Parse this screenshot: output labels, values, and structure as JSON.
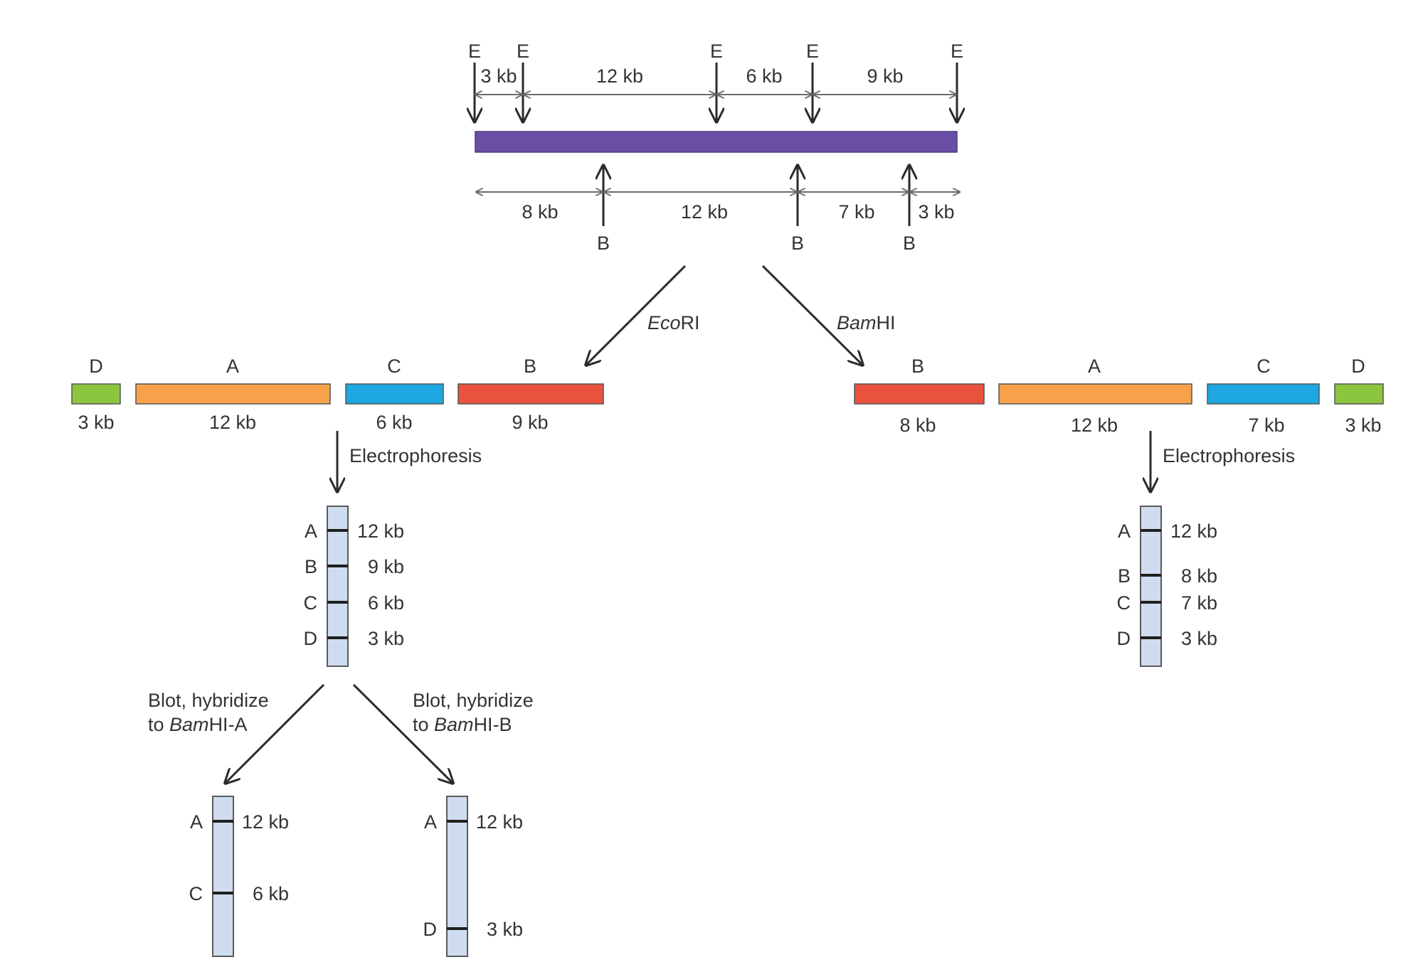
{
  "map": {
    "ecori_site_letter": "E",
    "bamhi_site_letter": "B",
    "ecori_intervals": [
      "3 kb",
      "12 kb",
      "6 kb",
      "9 kb"
    ],
    "bamhi_intervals": [
      "8 kb",
      "12 kb",
      "7 kb",
      "3 kb"
    ],
    "bar_color": "#6a4ea6"
  },
  "digests": {
    "ecori": {
      "enzyme_prefix": "Eco",
      "enzyme_suffix": "RI",
      "fragments": [
        {
          "letter": "D",
          "size": "3 kb",
          "color": "#8cc63f"
        },
        {
          "letter": "A",
          "size": "12 kb",
          "color": "#f7a24a"
        },
        {
          "letter": "C",
          "size": "6 kb",
          "color": "#1ea7e1"
        },
        {
          "letter": "B",
          "size": "9 kb",
          "color": "#e9533d"
        }
      ],
      "step_label": "Electrophoresis",
      "gel_bands": [
        {
          "letter": "A",
          "size": "12 kb"
        },
        {
          "letter": "B",
          "size": "9 kb"
        },
        {
          "letter": "C",
          "size": "6 kb"
        },
        {
          "letter": "D",
          "size": "3 kb"
        }
      ]
    },
    "bamhi": {
      "enzyme_prefix": "Bam",
      "enzyme_suffix": "HI",
      "fragments": [
        {
          "letter": "B",
          "size": "8 kb",
          "color": "#e9533d"
        },
        {
          "letter": "A",
          "size": "12 kb",
          "color": "#f7a24a"
        },
        {
          "letter": "C",
          "size": "7 kb",
          "color": "#1ea7e1"
        },
        {
          "letter": "D",
          "size": "3 kb",
          "color": "#8cc63f"
        }
      ],
      "step_label": "Electrophoresis",
      "gel_bands": [
        {
          "letter": "A",
          "size": "12 kb"
        },
        {
          "letter": "B",
          "size": "8 kb"
        },
        {
          "letter": "C",
          "size": "7 kb"
        },
        {
          "letter": "D",
          "size": "3 kb"
        }
      ]
    }
  },
  "blots": {
    "left": {
      "line1": "Blot, hybridize",
      "line2_prefix": "to ",
      "line2_italic": "Bam",
      "line2_suffix": "HI-A",
      "bands": [
        {
          "letter": "A",
          "size": "12 kb"
        },
        {
          "letter": "C",
          "size": "6 kb"
        }
      ]
    },
    "right": {
      "line1": "Blot, hybridize",
      "line2_prefix": "to ",
      "line2_italic": "Bam",
      "line2_suffix": "HI-B",
      "bands": [
        {
          "letter": "A",
          "size": "12 kb"
        },
        {
          "letter": "D",
          "size": "3 kb"
        }
      ]
    }
  }
}
